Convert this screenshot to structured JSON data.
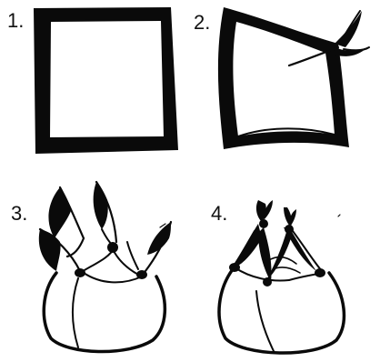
{
  "steps": [
    {
      "number": "1.",
      "illustration": "flat-square-cloth"
    },
    {
      "number": "2.",
      "illustration": "corners-tied-cloth"
    },
    {
      "number": "3.",
      "illustration": "partially-knotted-bundle"
    },
    {
      "number": "4.",
      "illustration": "finished-knotted-bundle"
    }
  ],
  "colors": {
    "ink": "#0a0a0a",
    "background": "#ffffff"
  }
}
